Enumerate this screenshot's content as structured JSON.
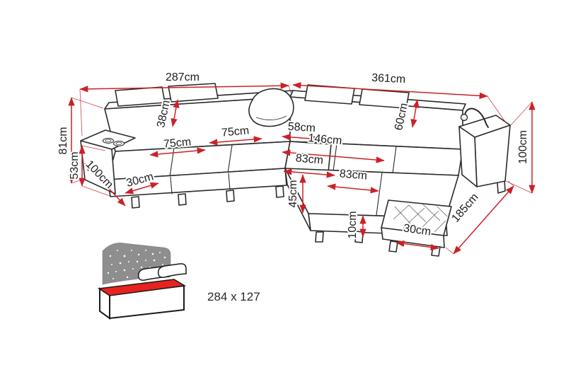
{
  "diagram": {
    "title": "Corner sofa dimensions diagram",
    "unit": "cm",
    "labels": {
      "width_left": "287cm",
      "width_right": "361cm",
      "height_left": "81cm",
      "seat_height_left": "53cm",
      "depth_left": "100cm",
      "front_edge_left": "30cm",
      "headrest_left": "38cm",
      "seat_width_a": "75cm",
      "seat_width_b": "75cm",
      "corner_width": "58cm",
      "chaise_length": "146cm",
      "headrest_right": "60cm",
      "chaise_width_inner": "83cm",
      "chaise_width_outer": "83cm",
      "chaise_front_height": "45cm",
      "leg_height": "10cm",
      "front_edge_right": "30cm",
      "side_length_right": "185cm",
      "height_right": "100cm"
    },
    "sleeping_area": {
      "label": "284 x 127"
    },
    "colors": {
      "dimension_line": "#cb2128",
      "outline": "#2b2b2b",
      "mattress_red": "#e6231e",
      "canopy_gray": "#8e8e8e"
    }
  }
}
